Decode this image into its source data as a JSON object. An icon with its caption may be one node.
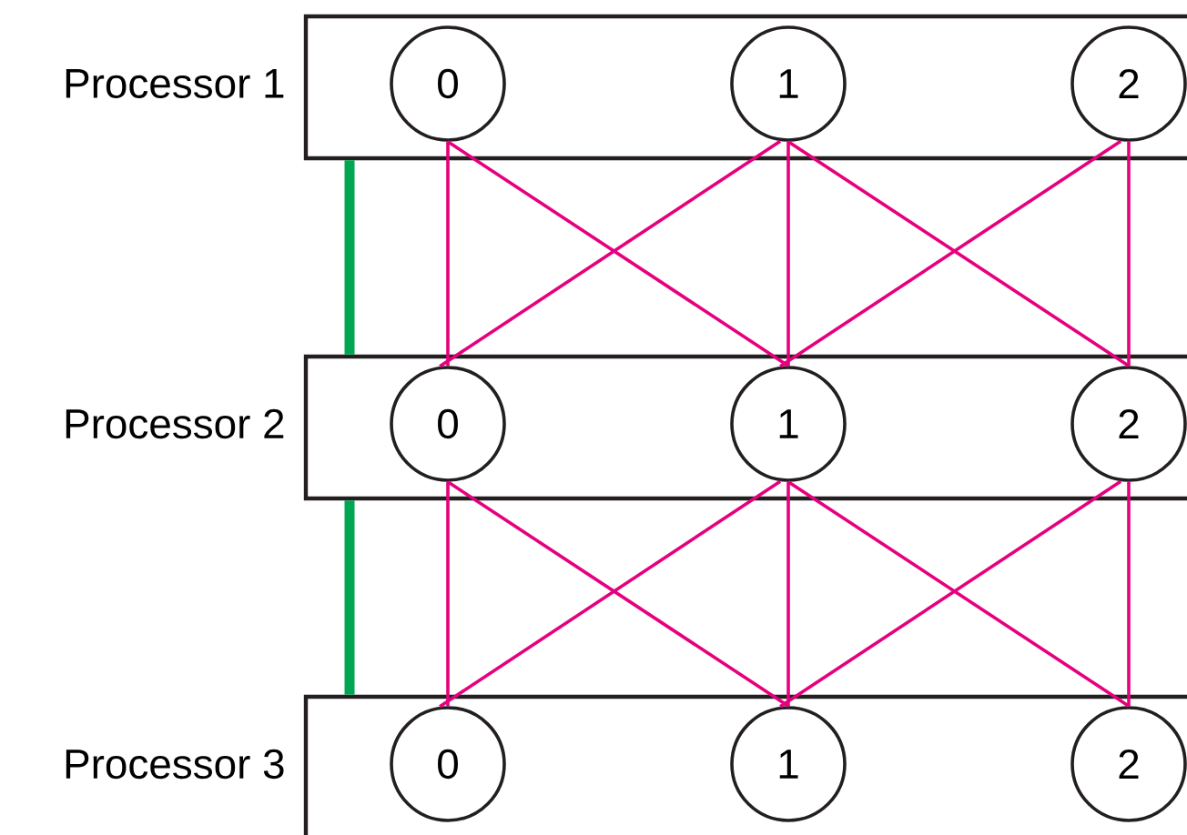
{
  "diagram": {
    "nodes": [
      {
        "text": [
          "Processor 1"
        ]
      },
      {
        "text": [
          "0"
        ],
        "in": 0
      },
      {
        "text": [
          "1"
        ],
        "in": 0
      },
      {
        "text": [
          "2"
        ],
        "in": 0
      },
      {
        "text": [
          "Processor 2"
        ]
      },
      {
        "text": [
          "0"
        ],
        "in": 4
      },
      {
        "text": [
          "1"
        ],
        "in": 4
      },
      {
        "text": [
          "2"
        ],
        "in": 4
      },
      {
        "text": [
          "Processor 3"
        ]
      },
      {
        "text": [
          "0"
        ],
        "in": 8
      },
      {
        "text": [
          "1"
        ],
        "in": 8
      },
      {
        "text": [
          "2"
        ],
        "in": 8
      }
    ],
    "edges": [
      {
        "from": 0,
        "to": 4,
        "arrow": "none",
        "style": "thick",
        "color": "#00a651"
      },
      {
        "from": 4,
        "to": 8,
        "arrow": "none",
        "style": "thick",
        "color": "#00a651"
      },
      {
        "from": 1,
        "to": 5,
        "arrow": "none"
      },
      {
        "from": 1,
        "to": 6,
        "arrow": "none"
      },
      {
        "from": 2,
        "to": 5,
        "arrow": "none"
      },
      {
        "from": 2,
        "to": 6,
        "arrow": "none"
      },
      {
        "from": 2,
        "to": 7,
        "arrow": "none"
      },
      {
        "from": 3,
        "to": 6,
        "arrow": "none"
      },
      {
        "from": 3,
        "to": 7,
        "arrow": "none"
      },
      {
        "from": 5,
        "to": 9,
        "arrow": "none"
      },
      {
        "from": 5,
        "to": 10,
        "arrow": "none"
      },
      {
        "from": 6,
        "to": 9,
        "arrow": "none"
      },
      {
        "from": 6,
        "to": 10,
        "arrow": "none"
      },
      {
        "from": 6,
        "to": 11,
        "arrow": "none"
      },
      {
        "from": 7,
        "to": 10,
        "arrow": "none"
      },
      {
        "from": 7,
        "to": 11,
        "arrow": "none"
      }
    ]
  }
}
